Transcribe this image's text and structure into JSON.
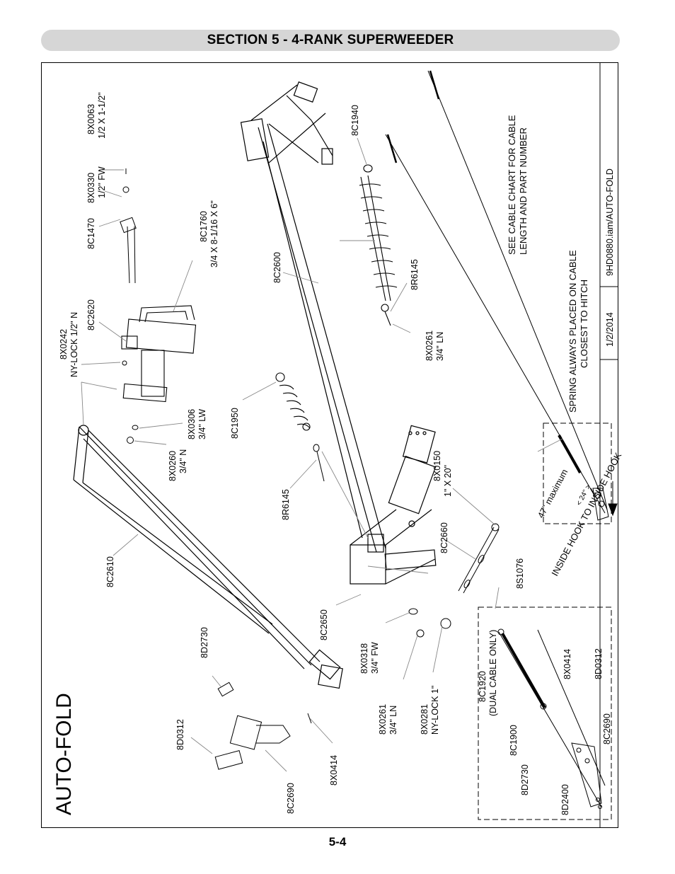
{
  "header": {
    "title": "SECTION 5 - 4-RANK SUPERWEEDER"
  },
  "page": {
    "number": "5-4"
  },
  "diagram": {
    "title": "AUTO-FOLD",
    "title_block": {
      "file": "9HD0880.iam/AUTO-FOLD",
      "date": "1/2/2014"
    },
    "notes": {
      "cable_chart_1": "SEE CABLE CHART FOR CABLE",
      "cable_chart_2": "LENGTH AND PART NUMBER",
      "spring_1": "SPRING ALWAYS PLACED ON CABLE",
      "spring_2": "CLOSEST TO HITCH",
      "hook_1": "INSIDE HOOK TO INSIDE HOOK",
      "hook_2": "47\" maximum",
      "hook_3": "< 24\" >"
    },
    "parts": {
      "p8X0063_a": "8X0063",
      "p8X0063_b": "1/2 X 1-1/2\"",
      "p8X0330_a": "8X0330",
      "p8X0330_b": "1/2\" FW",
      "p8C1470": "8C1470",
      "p8C1760_a": "8C1760",
      "p8C1760_b": "3/4 X 8-1/16 X 6\"",
      "p8C2620": "8C2620",
      "p8X0242_a": "8X0242",
      "p8X0242_b": "NY-LOCK 1/2\" N",
      "p8X0306_a": "8X0306",
      "p8X0306_b": "3/4\" LW",
      "p8X0260_a": "8X0260",
      "p8X0260_b": "3/4\" N",
      "p8C1950": "8C1950",
      "p8R6145_a": "8R6145",
      "p8C2610": "8C2610",
      "p8C2600": "8C2600",
      "p8C1940": "8C1940",
      "p8R6145_b": "8R6145",
      "p8X0261_a": "8X0261",
      "p8X0261_b": "3/4\" LN",
      "p8X0150_a": "8X0150",
      "p8X0150_b": "1\" X 20\"",
      "p8C2660": "8C2660",
      "p8S1076": "8S1076",
      "p8C2650": "8C2650",
      "p8X0318_a": "8X0318",
      "p8X0318_b": "3/4\" FW",
      "p8X0261_c": "8X0261",
      "p8X0261_d": "3/4\" LN",
      "p8X0281_a": "8X0281",
      "p8X0281_b": "NY-LOCK 1\"",
      "p8D2730_a": "8D2730",
      "p8D0312_a": "8D0312",
      "p8C2690_a": "8C2690",
      "p8X0414_a": "8X0414",
      "p8C1920_a": "8C1920",
      "p8C1920_b": "(DUAL CABLE ONLY)",
      "p8C1900": "8C1900",
      "p8D2730_b": "8D2730",
      "p8D2400": "8D2400",
      "p8X0414_b": "8X0414",
      "p8D0312_b": "8D0312",
      "p8C2690_b": "8C2690"
    }
  }
}
